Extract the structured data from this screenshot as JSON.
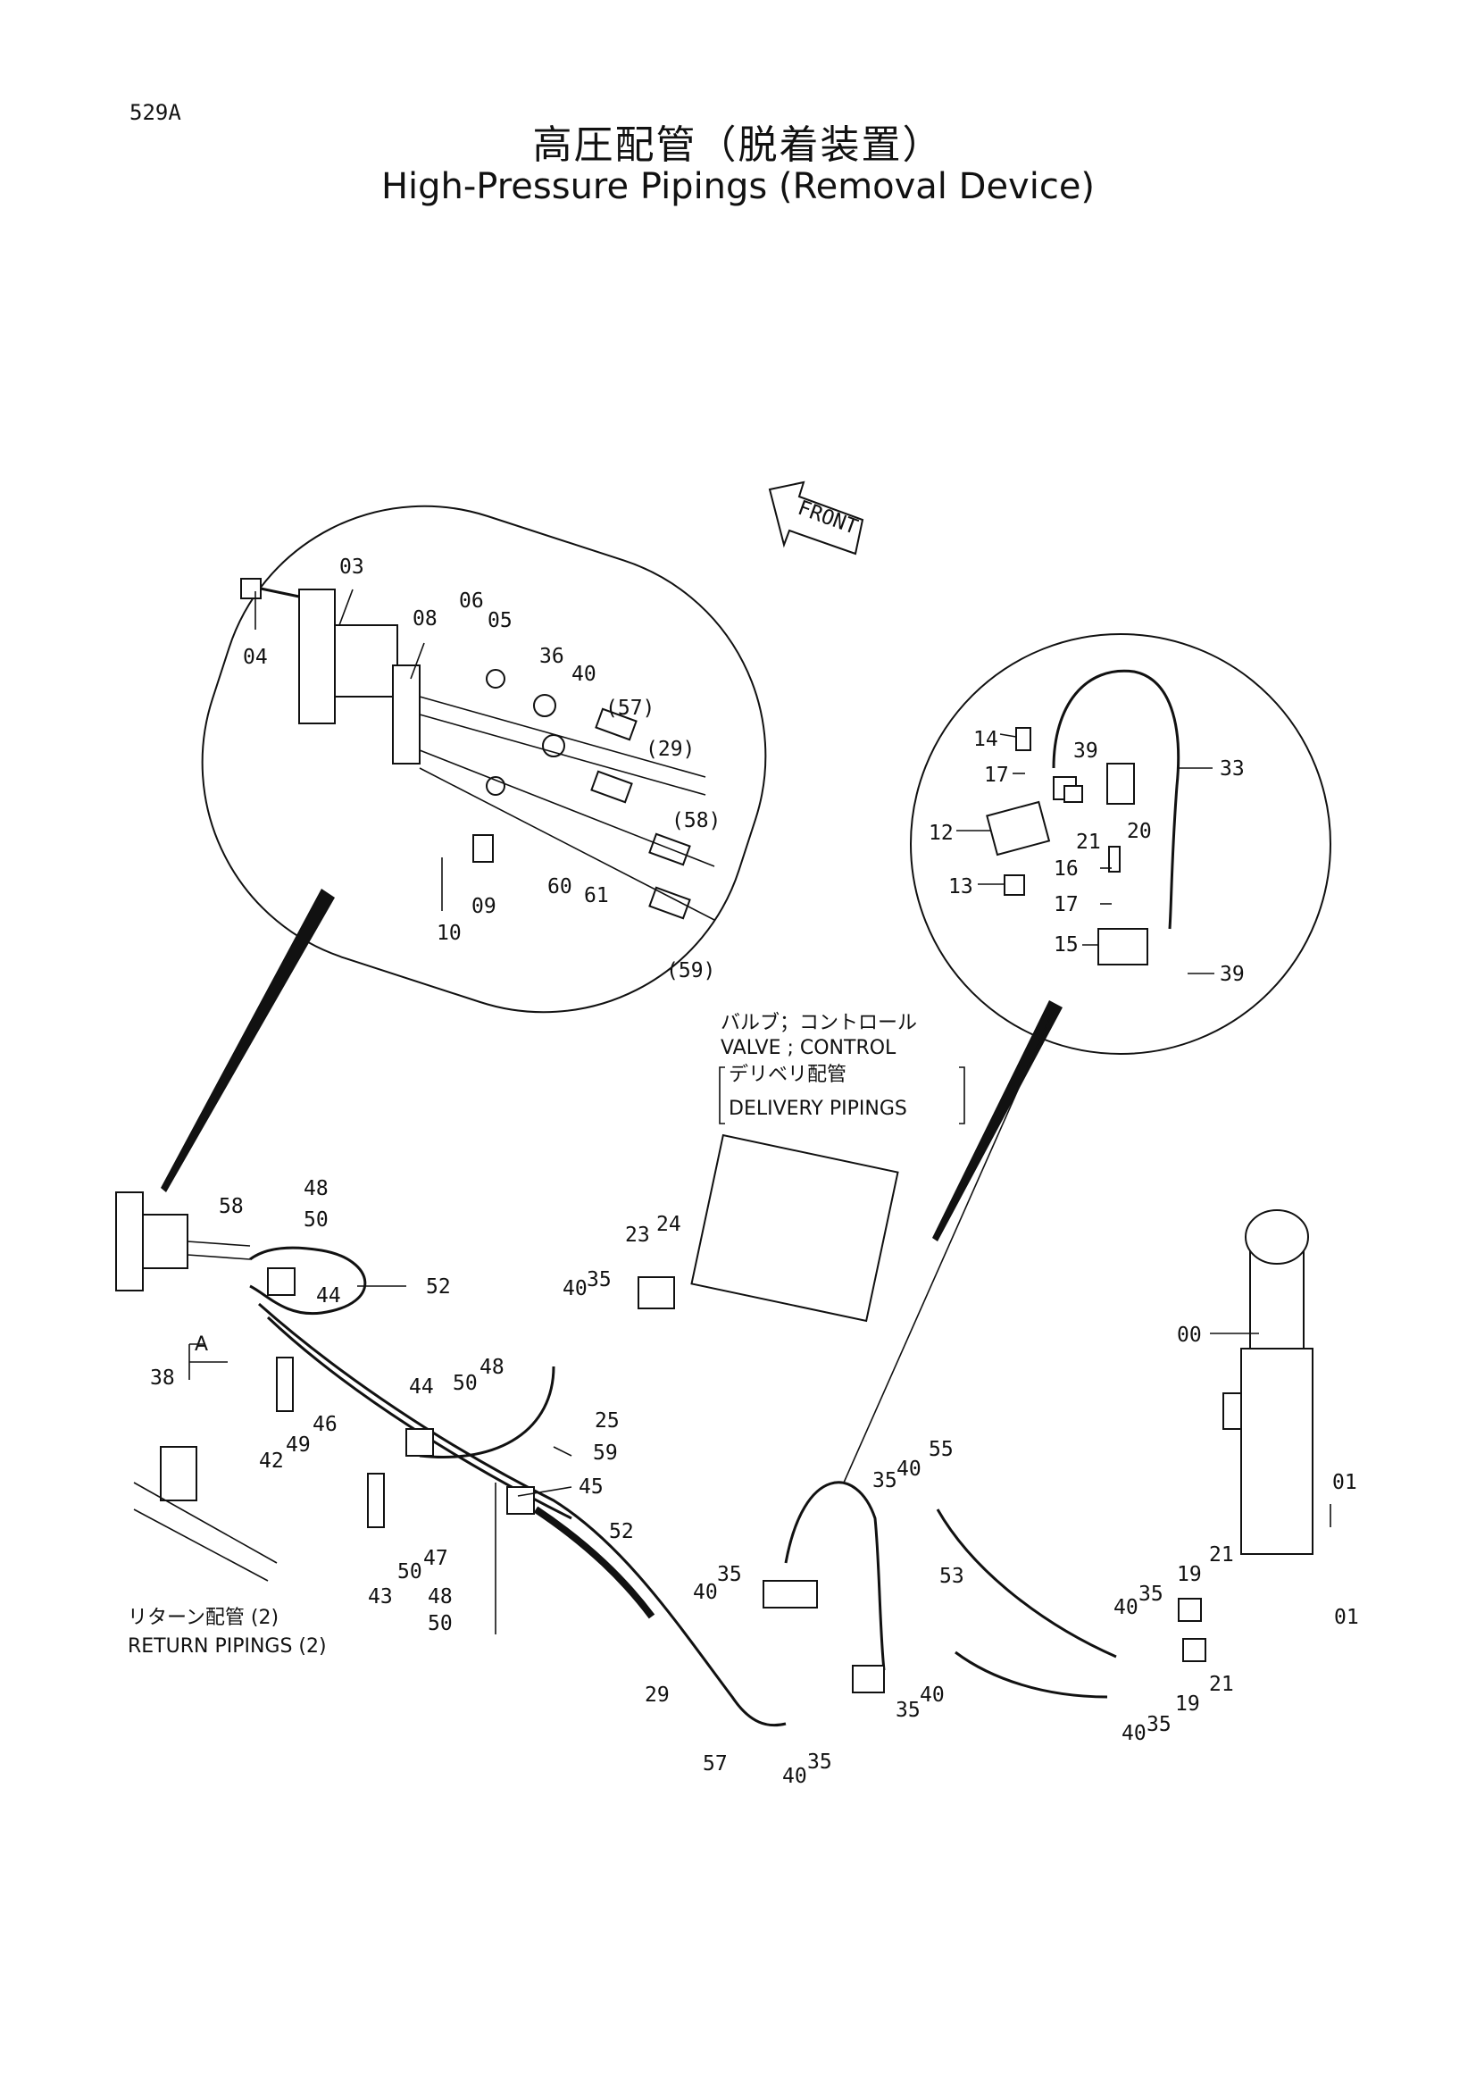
{
  "page_code": "529A",
  "title_jp": "高圧配管（脱着装置）",
  "title_en": "High-Pressure Pipings (Removal Device)",
  "front_label": "FRONT",
  "notes": {
    "valve_jp": "バルブ；コントロール",
    "valve_en": "VALVE ; CONTROL",
    "delivery_jp": "デリベリ配管",
    "delivery_en": "DELIVERY PIPINGS",
    "return_jp": "リターン配管 (2)",
    "return_en": "RETURN PIPINGS (2)",
    "view_a": "A"
  },
  "callouts_left_detail": [
    "03",
    "04",
    "08",
    "06",
    "05",
    "36",
    "40",
    "(57)",
    "(29)",
    "(58)",
    "09",
    "60",
    "61",
    "10",
    "(59)"
  ],
  "callouts_right_detail": [
    "14",
    "39",
    "17",
    "12",
    "21",
    "20",
    "33",
    "16",
    "13",
    "17",
    "15",
    "39"
  ],
  "callouts_main": [
    "48",
    "58",
    "50",
    "52",
    "44",
    "38",
    "42",
    "49",
    "46",
    "44",
    "50",
    "48",
    "40",
    "35",
    "23",
    "24",
    "25",
    "59",
    "45",
    "43",
    "50",
    "47",
    "48",
    "50",
    "52",
    "29",
    "57",
    "40",
    "35",
    "40",
    "35",
    "35",
    "40",
    "55",
    "53",
    "35",
    "40",
    "40",
    "35",
    "19",
    "21",
    "01",
    "00",
    "01",
    "21",
    "19",
    "40",
    "35"
  ],
  "icons": {
    "front": "front-arrow-icon"
  }
}
